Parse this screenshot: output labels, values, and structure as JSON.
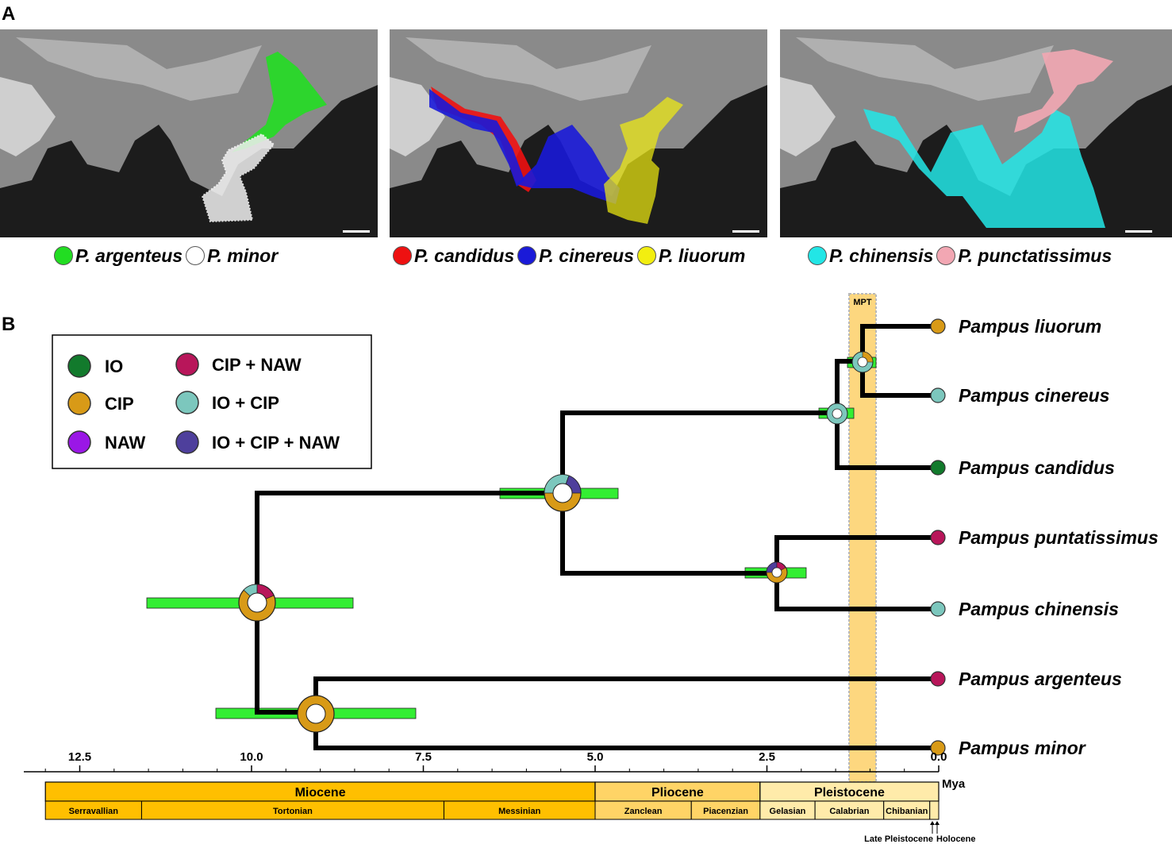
{
  "panels": {
    "a": "A",
    "b": "B"
  },
  "maps": [
    {
      "legend": [
        {
          "label": "P. argenteus",
          "color": "#22dd22"
        },
        {
          "label": "P. minor",
          "color": "#ffffff"
        }
      ]
    },
    {
      "legend": [
        {
          "label": "P. candidus",
          "color": "#ee1111"
        },
        {
          "label": "P. cinereus",
          "color": "#1a1ad8"
        },
        {
          "label": "P. liuorum",
          "color": "#f2ee10"
        }
      ]
    },
    {
      "legend": [
        {
          "label": "P. chinensis",
          "color": "#22e6e6"
        },
        {
          "label": "P. punctatissimus",
          "color": "#f2a7b3"
        }
      ]
    }
  ],
  "area_legend": [
    {
      "label": "IO",
      "color": "#127a2c"
    },
    {
      "label": "CIP",
      "color": "#d89a17"
    },
    {
      "label": "NAW",
      "color": "#9a17e6"
    },
    {
      "label": "CIP + NAW",
      "color": "#b8165a"
    },
    {
      "label": "IO + CIP",
      "color": "#7cc7bd"
    },
    {
      "label": "IO + CIP + NAW",
      "color": "#4e3f9c"
    }
  ],
  "mpt_label": "MPT",
  "tips": [
    {
      "label": "Pampus liuorum",
      "area": "CIP"
    },
    {
      "label": "Pampus cinereus",
      "area": "IO + CIP"
    },
    {
      "label": "Pampus candidus",
      "area": "IO"
    },
    {
      "label": "Pampus puntatissimus",
      "area": "CIP + NAW"
    },
    {
      "label": "Pampus chinensis",
      "area": "IO + CIP"
    },
    {
      "label": "Pampus argenteus",
      "area": "CIP + NAW"
    },
    {
      "label": "Pampus minor",
      "area": "CIP"
    }
  ],
  "axis": {
    "unit": "Mya",
    "ticks": [
      {
        "value": 12.5,
        "label": "12.5"
      },
      {
        "value": 10.0,
        "label": "10.0"
      },
      {
        "value": 7.5,
        "label": "7.5"
      },
      {
        "value": 5.0,
        "label": "5.0"
      },
      {
        "value": 2.5,
        "label": "2.5"
      },
      {
        "value": 0.0,
        "label": "0.0"
      }
    ],
    "epochs": [
      {
        "label": "Miocene",
        "from": 13.0,
        "to": 5.0,
        "color": "#ffbf00"
      },
      {
        "label": "Pliocene",
        "from": 5.0,
        "to": 2.6,
        "color": "#ffd466"
      },
      {
        "label": "Pleistocene",
        "from": 2.6,
        "to": 0.0,
        "color": "#ffebaa"
      }
    ],
    "stages": [
      {
        "label": "Serravallian",
        "from": 13.0,
        "to": 11.6
      },
      {
        "label": "Tortonian",
        "from": 11.6,
        "to": 7.2
      },
      {
        "label": "Messinian",
        "from": 7.2,
        "to": 5.0
      },
      {
        "label": "Zanclean",
        "from": 5.0,
        "to": 3.6
      },
      {
        "label": "Piacenzian",
        "from": 3.6,
        "to": 2.6
      },
      {
        "label": "Gelasian",
        "from": 2.6,
        "to": 1.8
      },
      {
        "label": "Calabrian",
        "from": 1.8,
        "to": 0.8
      },
      {
        "label": "Chibanian",
        "from": 0.8,
        "to": 0.13
      },
      {
        "label": "",
        "from": 0.13,
        "to": 0.0
      }
    ],
    "late_pleistocene_label": "Late Pleistocene",
    "holocene_label": "Holocene"
  }
}
